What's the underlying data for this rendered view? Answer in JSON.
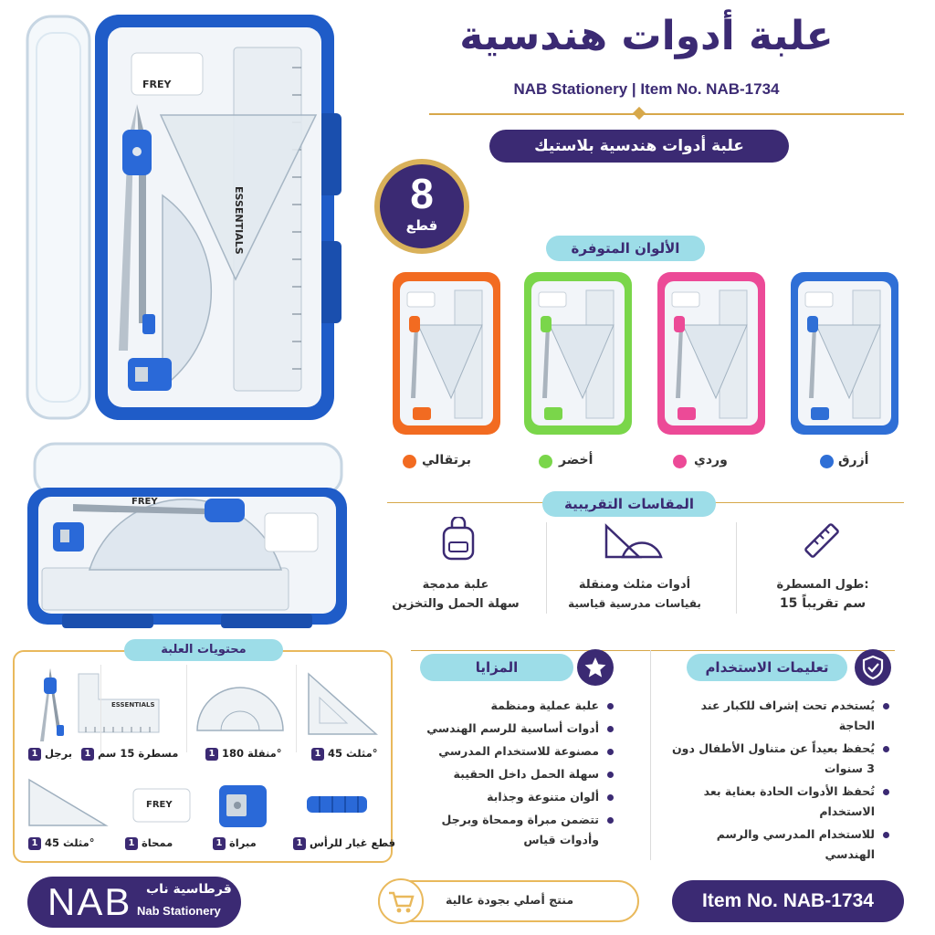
{
  "header": {
    "title": "علبة أدوات هندسية",
    "subtitle": "NAB Stationery | Item No. NAB-1734",
    "product_type": "علبة أدوات هندسية بلاستيك"
  },
  "pieces": {
    "number": "8",
    "label": "قطع"
  },
  "colors_section": {
    "title": "الألوان المتوفرة",
    "variants": [
      {
        "label": "برتقالي",
        "color": "#f26b21"
      },
      {
        "label": "أخضر",
        "color": "#7ad64a"
      },
      {
        "label": "وردي",
        "color": "#ec4a97"
      },
      {
        "label": "أزرق",
        "color": "#2f6fd6"
      }
    ]
  },
  "dimensions_section": {
    "title": "المقاسات التقريبية",
    "items": [
      {
        "icon": "ruler-icon",
        "line1": "طول المسطرة:",
        "line2": "15 سم تقريباً"
      },
      {
        "icon": "set-square-protractor-icon",
        "line1": "أدوات مثلث ومنقلة",
        "line2": "بقياسات مدرسية قياسية"
      },
      {
        "icon": "backpack-icon",
        "line1": "علبة مدمجة",
        "line2": "سهلة الحمل والتخزين"
      }
    ]
  },
  "contents_section": {
    "title": "محتويات العلبة",
    "items": [
      {
        "label": "برجل",
        "qty": "1",
        "icon": "compass-icon"
      },
      {
        "label": "مسطرة 15 سم",
        "qty": "1",
        "icon": "ruler-icon"
      },
      {
        "label": "منقلة 180°",
        "qty": "1",
        "icon": "protractor-icon"
      },
      {
        "label": "مثلث 45°",
        "qty": "1",
        "icon": "set-square-icon"
      },
      {
        "label": "مثلث 45°",
        "qty": "1",
        "icon": "set-square-icon"
      },
      {
        "label": "ممحاة",
        "qty": "1",
        "icon": "eraser-icon"
      },
      {
        "label": "مبراة",
        "qty": "1",
        "icon": "sharpener-icon"
      },
      {
        "label": "قطع غيار للرأس",
        "qty": "1",
        "icon": "spare-lead-icon"
      }
    ],
    "eraser_brand": "FREY",
    "ruler_brand": "ESSENTIALS"
  },
  "features_section": {
    "title": "المزايا",
    "items": [
      "علبة عملية ومنظمة",
      "أدوات أساسية للرسم الهندسي",
      "مصنوعة للاستخدام المدرسي",
      "سهلة الحمل داخل الحقيبة",
      "ألوان متنوعة وجذابة",
      "تتضمن مبراة وممحاة وبرجل وأدوات قياس"
    ]
  },
  "instructions_section": {
    "title": "تعليمات الاستخدام",
    "items": [
      "يُستخدم تحت إشراف للكبار عند الحاجة",
      "يُحفظ بعيداً عن متناول الأطفال دون 3 سنوات",
      "تُحفظ الأدوات الحادة بعناية بعد الاستخدام",
      "للاستخدام المدرسي والرسم الهندسي"
    ]
  },
  "footer": {
    "logo_text": "NAB",
    "logo_arabic": "قرطاسية ناب",
    "logo_english": "Nab Stationery",
    "quality_text": "منتج أصلي بجودة عالية",
    "item_no": "Item No. NAB-1734"
  },
  "case_labels": {
    "brand": "FREY",
    "ruler": "ESSENTIALS"
  },
  "theme": {
    "navy": "#3b2a73",
    "gold": "#d7a84a",
    "teal": "#9ddde8",
    "case_blue": "#1f5cc8"
  }
}
